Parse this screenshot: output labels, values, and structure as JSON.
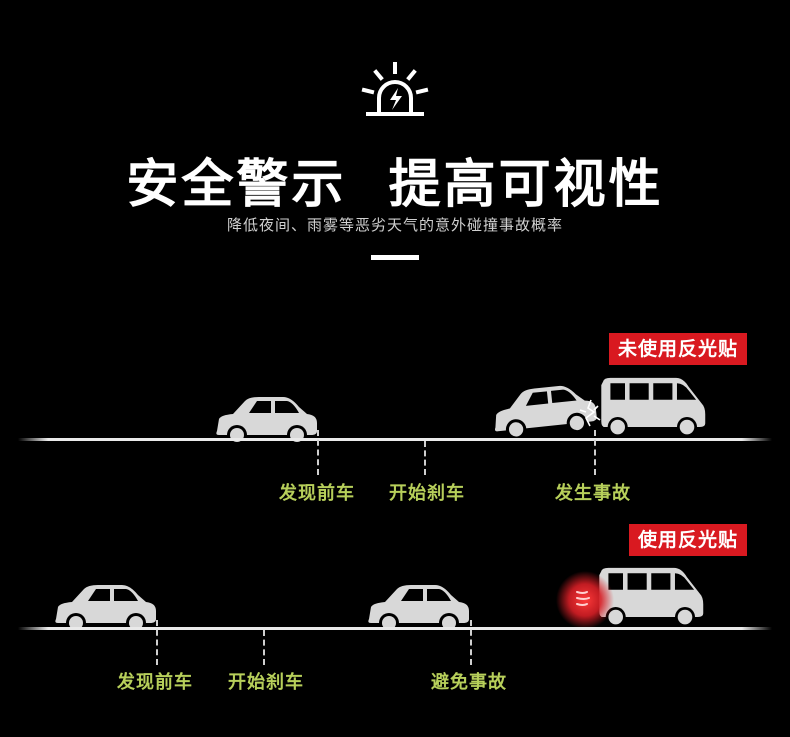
{
  "header": {
    "icon": "warning-light-icon",
    "title": "安全警示  提高可视性",
    "subtitle": "降低夜间、雨雾等恶劣天气的意外碰撞事故概率"
  },
  "scenario_without": {
    "badge": "未使用反光贴",
    "labels": [
      "发现前车",
      "开始刹车",
      "发生事故"
    ]
  },
  "scenario_with": {
    "badge": "使用反光贴",
    "labels": [
      "发现前车",
      "开始刹车",
      "避免事故"
    ]
  },
  "colors": {
    "background": "#000000",
    "badge": "#d91920",
    "label": "#b7cf5a",
    "reflector_glow": "#e0232b"
  }
}
